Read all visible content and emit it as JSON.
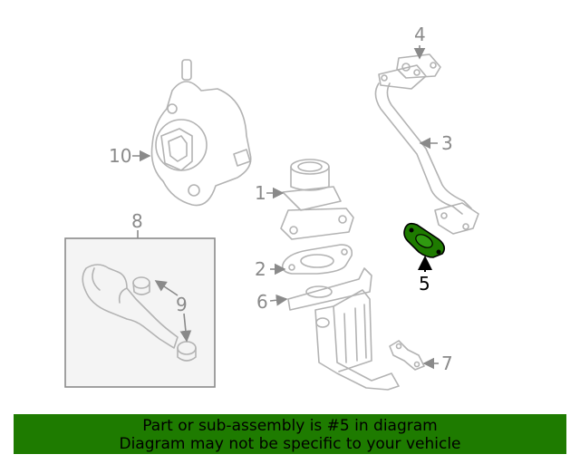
{
  "callouts": {
    "c1": "1",
    "c2": "2",
    "c3": "3",
    "c4": "4",
    "c5": "5",
    "c6": "6",
    "c7": "7",
    "c8": "8",
    "c9": "9",
    "c10": "10"
  },
  "highlight": {
    "part_number": "5",
    "color": "#1e7b00"
  },
  "banner": {
    "line1": "Part or sub-assembly is #5 in diagram",
    "line2": "Diagram may not be specific to your vehicle",
    "background": "#1e7b00"
  }
}
